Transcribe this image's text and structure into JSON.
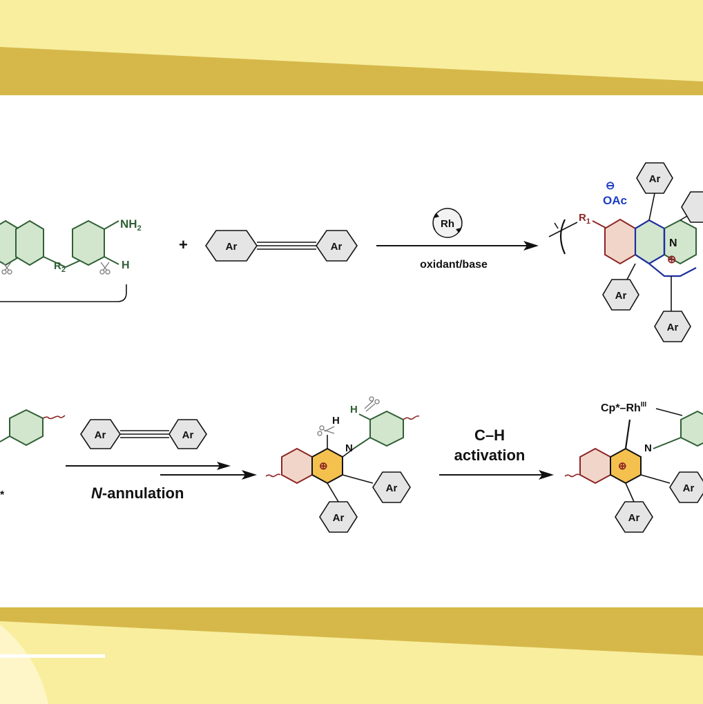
{
  "colors": {
    "background_light": "#f8ee9e",
    "band_gold": "#d6b84a",
    "panel": "#ffffff",
    "ring_red_fill": "#f2d5c9",
    "ring_red_stroke": "#8c2525",
    "ring_green_fill": "#d2e6cd",
    "ring_green_stroke": "#2f5f34",
    "ring_yellow_fill": "#f4c14f",
    "bond_blue": "#1d2f9e",
    "label_blue": "#1c3ec4",
    "aryl_fill": "#e5e5e5",
    "ink": "#111111"
  },
  "labels": {
    "nh2": "NH2",
    "r1": "R1",
    "r2": "R2",
    "h": "H",
    "n": "N",
    "ar": "Ar",
    "rh": "Rh",
    "oac": "OAc",
    "minus": "⊖",
    "plus_charge": "⊕",
    "plus_sign": "+",
    "cp_rh": "Cp*–Rh",
    "rh_ox": "III",
    "asterisk": "*"
  },
  "arrows": {
    "top": {
      "label_below": "oxidant/base",
      "catalyst": "Rh"
    },
    "bottom_left": {
      "label_below": "N-annulation",
      "italic_part": "N",
      "rest": "-annulation"
    },
    "bottom_right": {
      "label_above_1": "C–H",
      "label_above_2": "activation"
    }
  },
  "icons": [
    "scissors-icon",
    "cycle-arrow-icon",
    "wavy-bond-icon"
  ]
}
